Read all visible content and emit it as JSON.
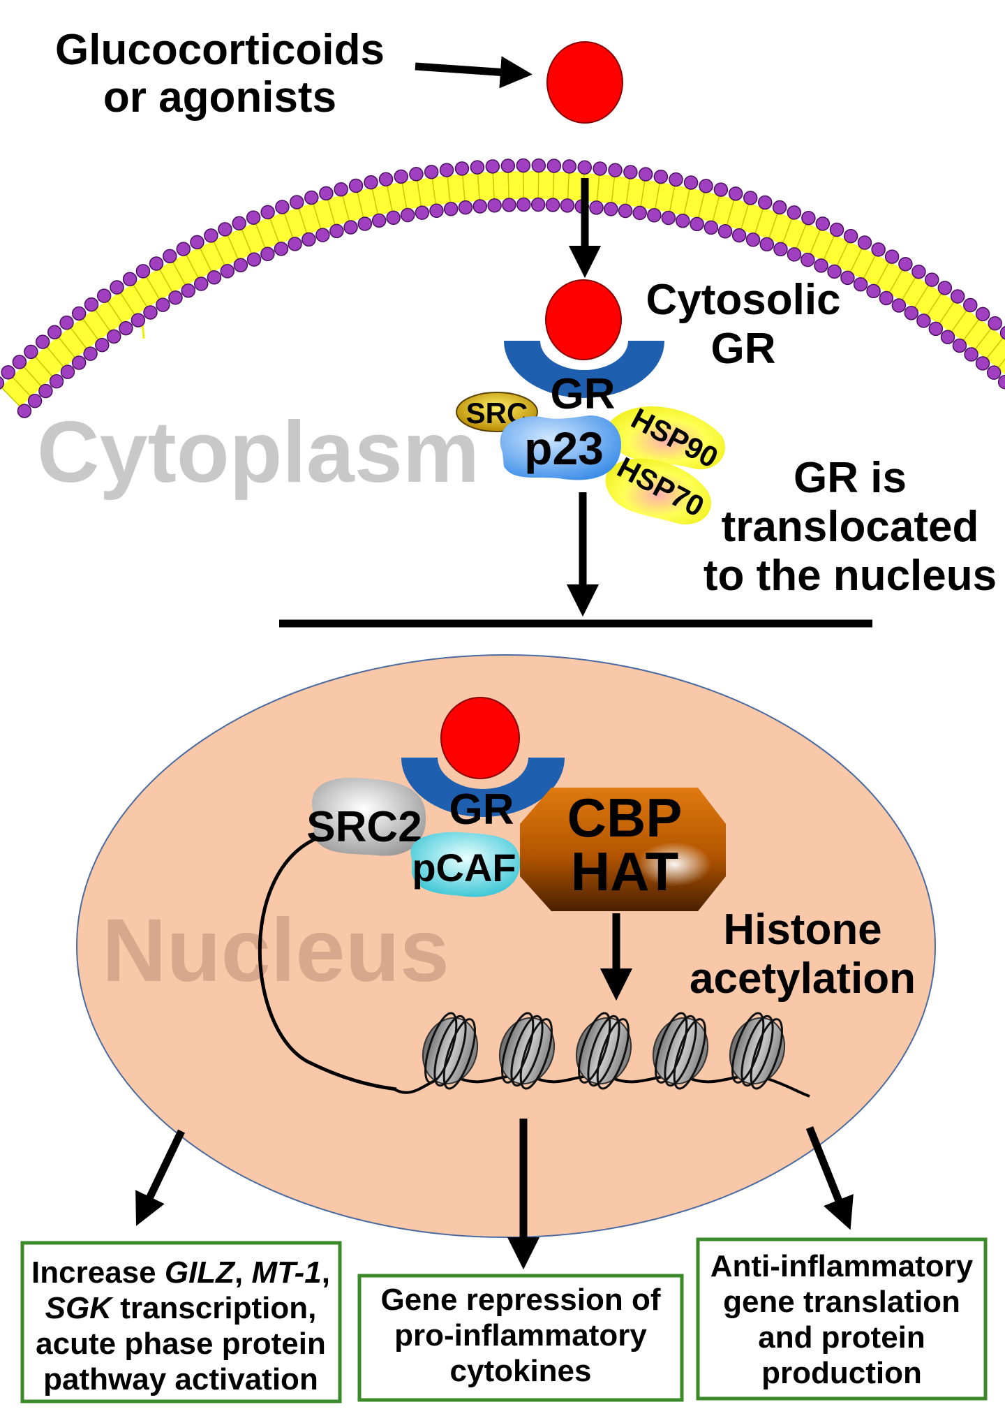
{
  "title_text": {
    "line1": "Glucocorticoids",
    "line2": "or agonists"
  },
  "cytosolic_gr": {
    "line1": "Cytosolic",
    "line2": "GR"
  },
  "cytoplasm_label": "Cytoplasm",
  "nucleus_label": "Nucleus",
  "translocation": {
    "line1": "GR is",
    "line2": "translocated",
    "line3": "to the nucleus"
  },
  "histone": {
    "line1": "Histone",
    "line2": "acetylation"
  },
  "proteins": {
    "gr_cyto": "GR",
    "src": "SRC",
    "p23": "p23",
    "hsp90": "HSP90",
    "hsp70": "HSP70",
    "gr_nuc": "GR",
    "src2": "SRC2",
    "pcaf": "pCAF",
    "cbp": "CBP",
    "hat": "HAT"
  },
  "outcomes": {
    "left": {
      "l1_a": "Increase ",
      "l1_b": "GILZ",
      "l1_c": ", ",
      "l1_d": "MT-1",
      "l1_e": ",",
      "l2_a": "SGK",
      "l2_b": " transcription,",
      "l3": "acute phase protein",
      "l4": "pathway activation"
    },
    "middle": {
      "l1": "Gene repression of",
      "l2": "pro-inflammatory",
      "l3": "cytokines"
    },
    "right": {
      "l1": "Anti-inflammatory",
      "l2": "gene translation",
      "l3": "and protein",
      "l4": "production"
    }
  },
  "colors": {
    "ligand": "#ff0000",
    "receptor": "#1f5fb0",
    "membrane_head": "#a040c0",
    "membrane_tail": "#ffff33",
    "nucleus_fill": "#f8c8a8",
    "nucleus_stroke": "#4a6aa0",
    "cbp": "#b8580a",
    "box_border": "#3a8a2a",
    "cytoplasm_text": "#c8c8c8",
    "nucleus_text": "#d9a78c"
  }
}
